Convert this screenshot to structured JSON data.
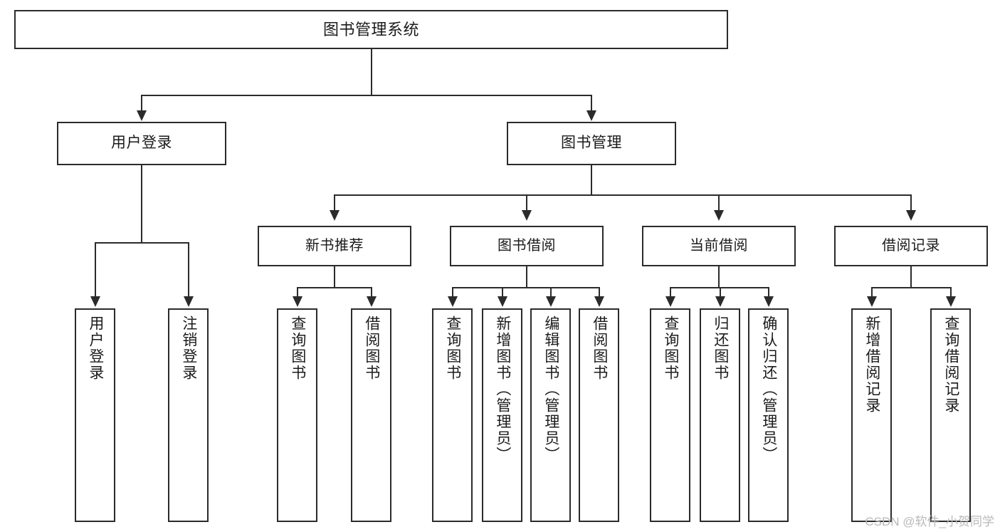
{
  "diagram": {
    "title": "图书管理系统",
    "root": {
      "label": "图书管理系统"
    },
    "level2": [
      {
        "label": "用户登录"
      },
      {
        "label": "图书管理"
      }
    ],
    "level3": [
      {
        "label": "新书推荐"
      },
      {
        "label": "图书借阅"
      },
      {
        "label": "当前借阅"
      },
      {
        "label": "借阅记录"
      }
    ],
    "leaves": {
      "user_login": [
        {
          "label": "用户登录"
        },
        {
          "label": "注销登录"
        }
      ],
      "new_book_recommend": [
        {
          "label": "查询图书"
        },
        {
          "label": "借阅图书"
        }
      ],
      "book_borrow": [
        {
          "label": "查询图书"
        },
        {
          "label": "新增图书（管理员）"
        },
        {
          "label": "编辑图书（管理员）"
        },
        {
          "label": "借阅图书"
        }
      ],
      "current_borrow": [
        {
          "label": "查询图书"
        },
        {
          "label": "归还图书"
        },
        {
          "label": "确认归还（管理员）"
        }
      ],
      "borrow_record": [
        {
          "label": "新增借阅记录"
        },
        {
          "label": "查询借阅记录"
        }
      ]
    }
  },
  "watermark": {
    "text": "CSDN @软件_小贺同学"
  },
  "colors": {
    "box_border": "#2b2b2b",
    "connector": "#2b2b2b",
    "background": "#ffffff",
    "text": "#1b1b1b",
    "watermark": "#b9b9b9"
  }
}
